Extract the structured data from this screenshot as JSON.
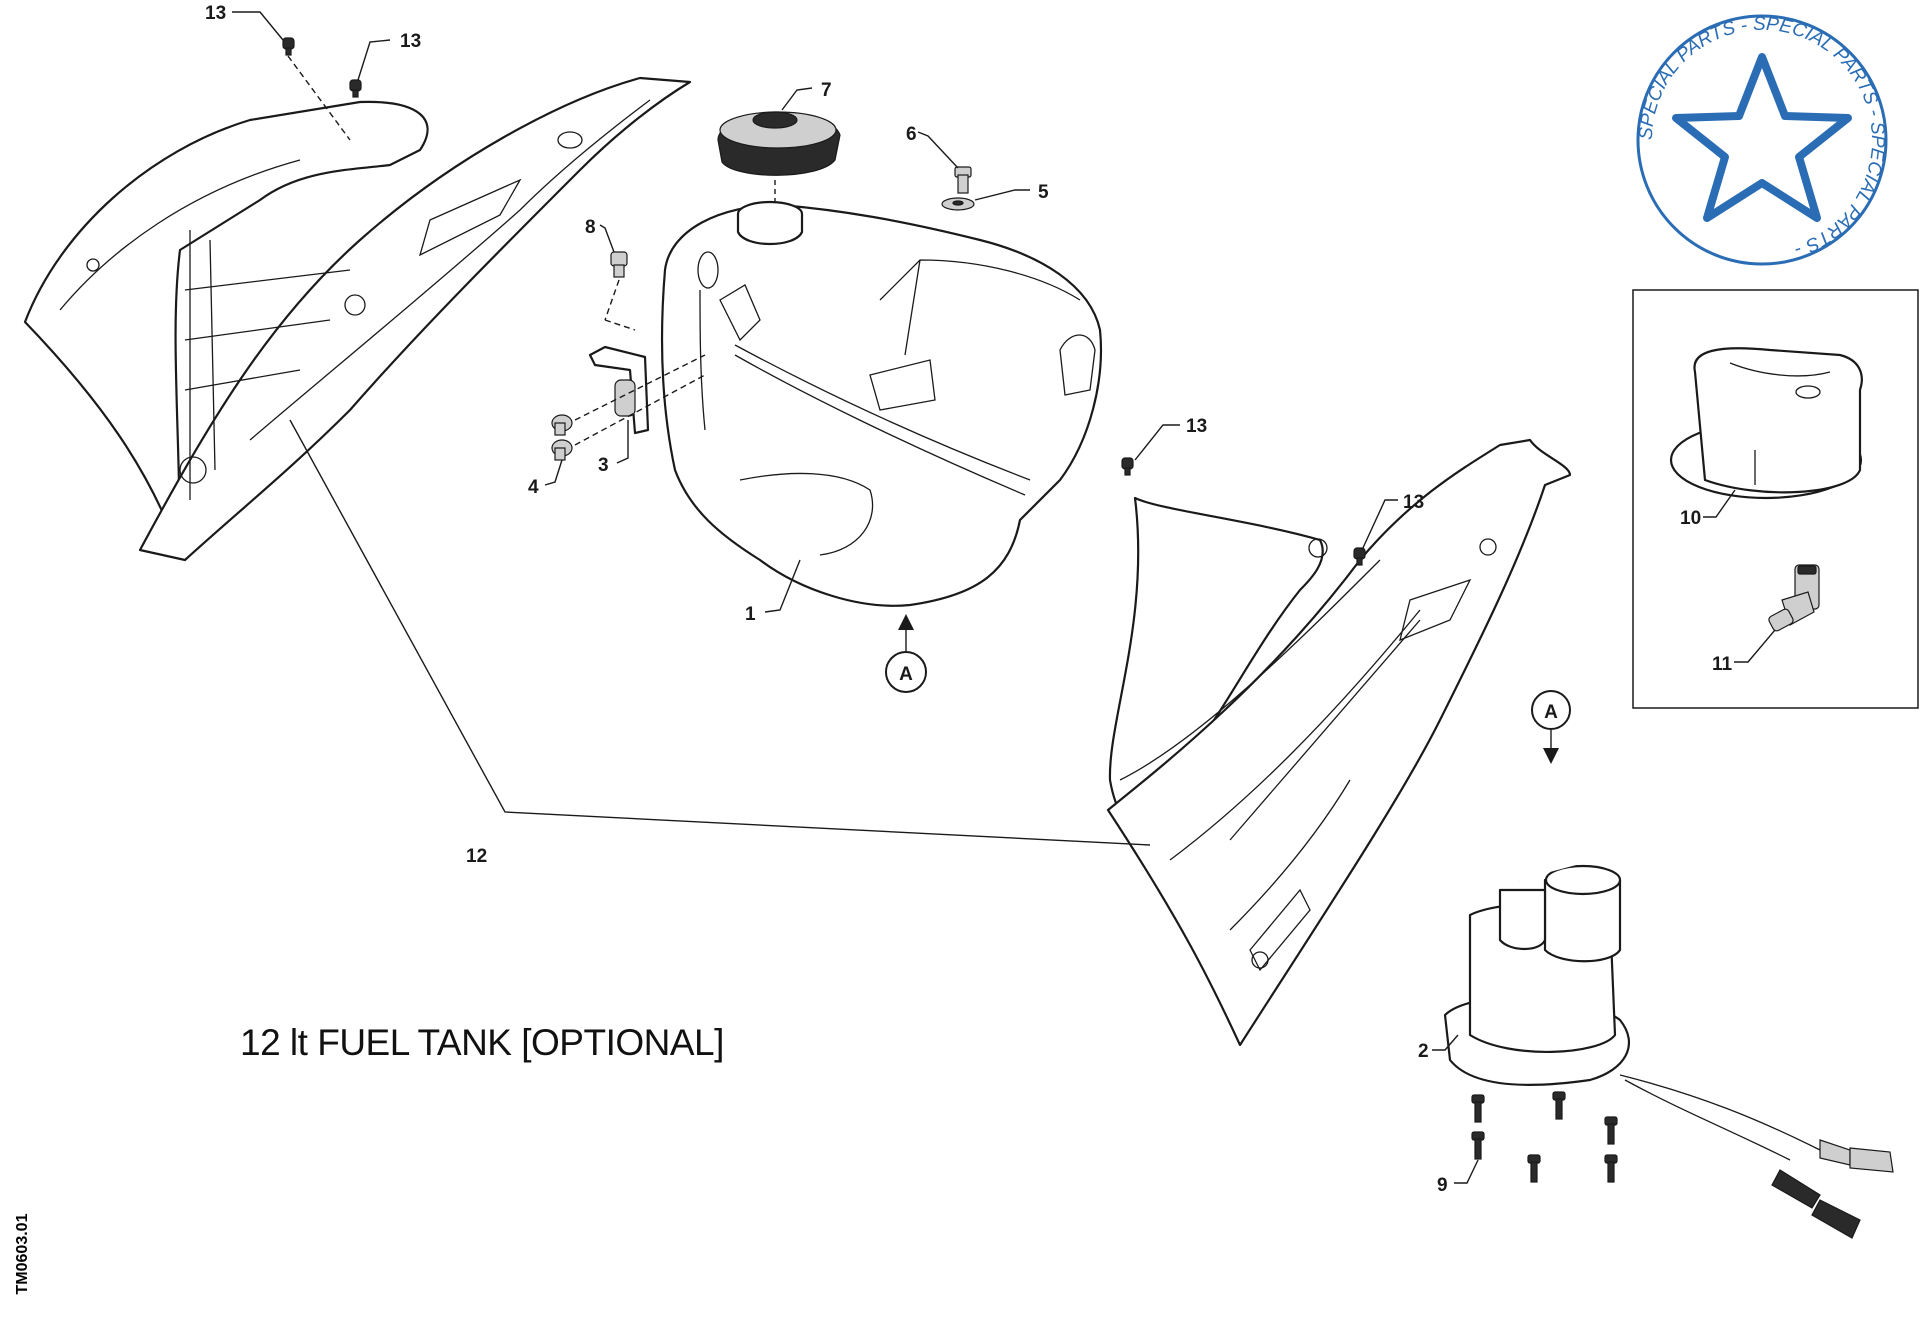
{
  "caption": "12 lt FUEL TANK [OPTIONAL]",
  "drawing_code": "TM0603.01",
  "stamp": {
    "text": "SPECIAL PARTS - SPECIAL PARTS - SPECIAL PARTS - ",
    "color": "#2a6db5"
  },
  "callouts": {
    "c1": "1",
    "c2": "2",
    "c3": "3",
    "c4": "4",
    "c5": "5",
    "c6": "6",
    "c7": "7",
    "c8": "8",
    "c9": "9",
    "c10": "10",
    "c11": "11",
    "c12": "12",
    "c13a": "13",
    "c13b": "13",
    "c13c": "13",
    "c13d": "13"
  },
  "view_marker": {
    "letter": "A"
  },
  "colors": {
    "line": "#1a1a1a",
    "stamp_blue": "#2a6db5"
  }
}
